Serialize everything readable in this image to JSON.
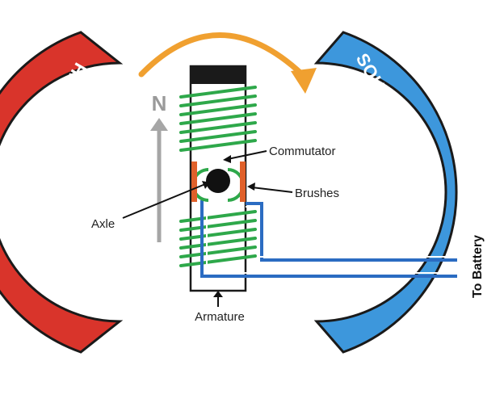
{
  "magnets": {
    "north": {
      "label": "NORTH",
      "color": "#d9342b"
    },
    "south": {
      "label": "SOUTH",
      "color": "#3d97dc"
    }
  },
  "field": {
    "pole_label": "N",
    "arrow_color": "#a6a6a6"
  },
  "rotation_arrow": {
    "color": "#f0a030"
  },
  "coil": {
    "color": "#2ea84a"
  },
  "brush_color": "#e0602a",
  "wire_color": "#2b6cc2",
  "labels": {
    "commutator": "Commutator",
    "brushes": "Brushes",
    "axle": "Axle",
    "armature": "Armature",
    "battery": "To Battery"
  }
}
